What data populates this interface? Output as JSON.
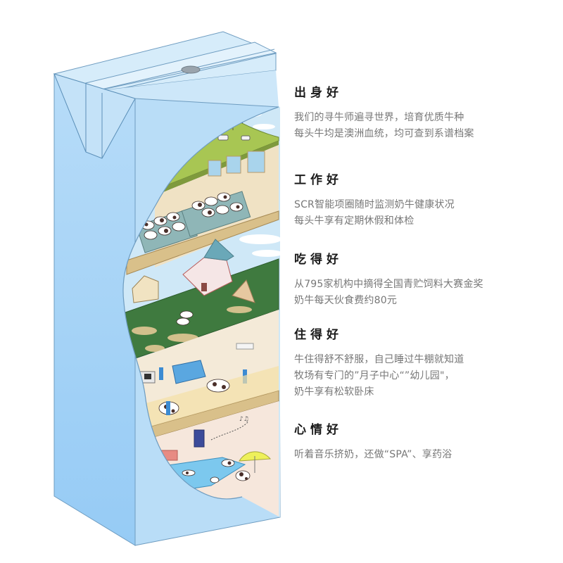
{
  "illustration": {
    "subject": "milk carton cutaway showing five-level dairy farm",
    "colors": {
      "carton_front": "#9fd0f7",
      "carton_side": "#bfe1f8",
      "carton_top": "#d4ecfb",
      "carton_edge": "#5b8fb8",
      "hill_grass": "#a8c653",
      "pasture_green": "#3f7a3f",
      "floor_wood": "#d9c08a",
      "wall_cream": "#f2e6cf",
      "pool_water": "#7cc8ee",
      "umbrella_yellow": "#eef05a",
      "sky": "#cfe8f7"
    },
    "levels": [
      {
        "name": "hill-pasture",
        "flag": "australia-flag-icon"
      },
      {
        "name": "barn-stalls"
      },
      {
        "name": "farm-yard"
      },
      {
        "name": "clinic-nursery"
      },
      {
        "name": "spa-pool"
      }
    ]
  },
  "features": [
    {
      "title": "出身好",
      "lines": [
        "我们的寻牛师遍寻世界，培育优质牛种",
        "每头牛均是澳洲血统，均可查到系谱档案"
      ]
    },
    {
      "title": "工作好",
      "lines": [
        "SCR智能项圈随时监测奶牛健康状况",
        "每头牛享有定期休假和体检"
      ]
    },
    {
      "title": "吃得好",
      "lines": [
        "从795家机构中摘得全国青贮饲料大赛金奖",
        "奶牛每天伙食费约80元"
      ]
    },
    {
      "title": "住得好",
      "lines": [
        "牛住得舒不舒服，自己睡过牛棚就知道",
        "牧场有专门的”月子中心“”幼儿园\"，",
        "奶牛享有松软卧床"
      ]
    },
    {
      "title": "心情好",
      "lines": [
        "听着音乐挤奶，还做“SPA”、享药浴"
      ]
    }
  ]
}
